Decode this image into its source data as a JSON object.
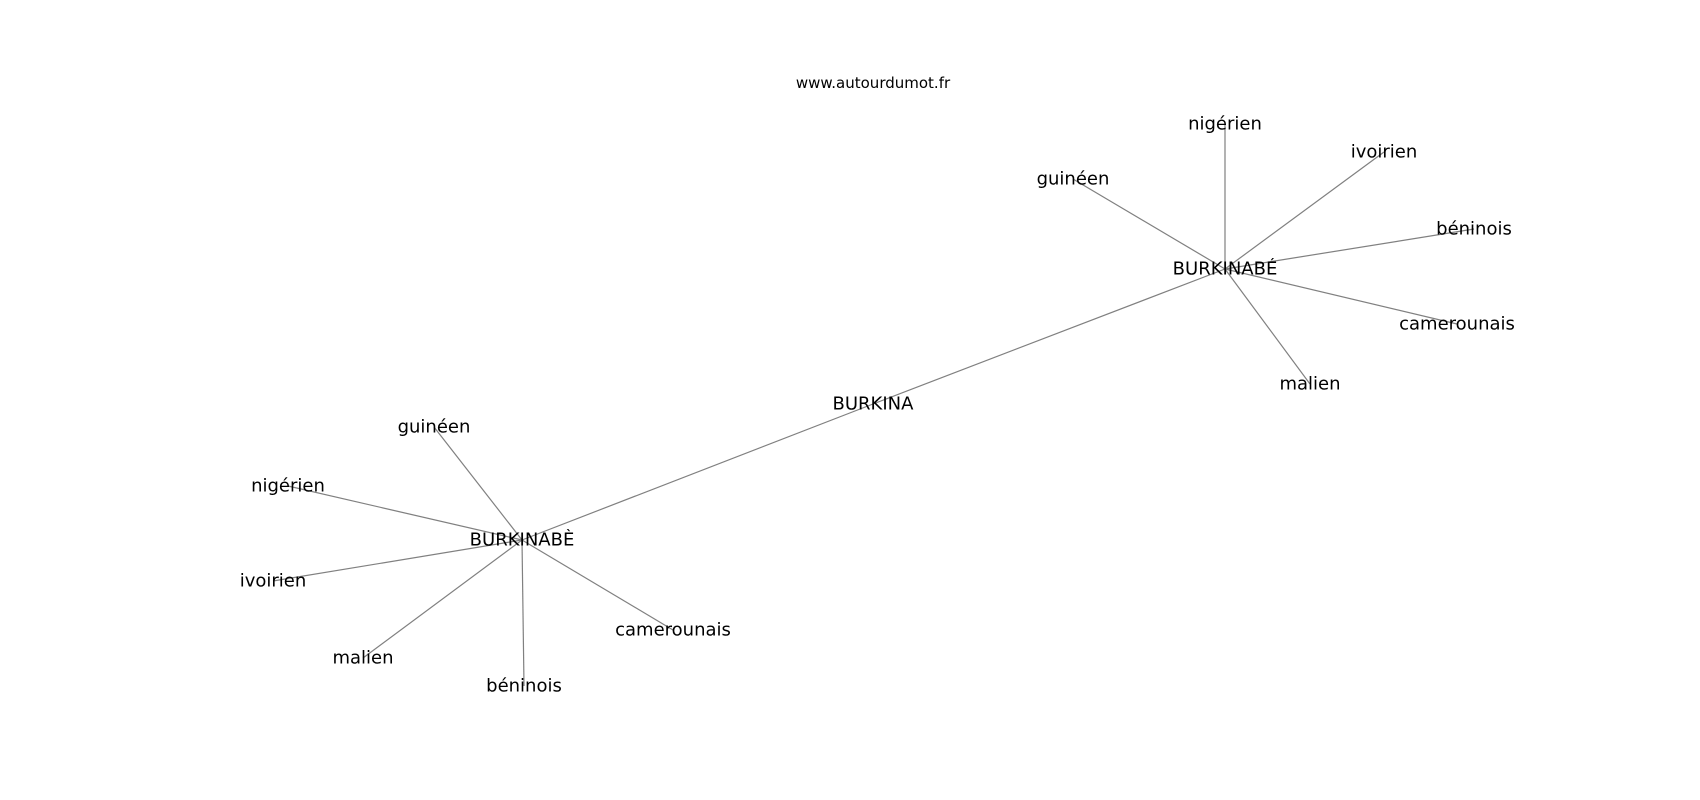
{
  "watermark": "www.autourdumot.fr",
  "colors": {
    "edge": "#808080",
    "text": "#000000",
    "background": "#ffffff"
  },
  "graph": {
    "nodes": [
      {
        "id": "burkina",
        "label": "BURKINA"
      },
      {
        "id": "burkinabe-acute",
        "label": "BURKINABÉ"
      },
      {
        "id": "burkinabe-grave",
        "label": "BURKINABÈ"
      },
      {
        "id": "nigerien-1",
        "label": "nigérien"
      },
      {
        "id": "ivoirien-1",
        "label": "ivoirien"
      },
      {
        "id": "guineen-1",
        "label": "guinéen"
      },
      {
        "id": "beninois-1",
        "label": "béninois"
      },
      {
        "id": "camerounais-1",
        "label": "camerounais"
      },
      {
        "id": "malien-1",
        "label": "malien"
      },
      {
        "id": "guineen-2",
        "label": "guinéen"
      },
      {
        "id": "nigerien-2",
        "label": "nigérien"
      },
      {
        "id": "ivoirien-2",
        "label": "ivoirien"
      },
      {
        "id": "malien-2",
        "label": "malien"
      },
      {
        "id": "beninois-2",
        "label": "béninois"
      },
      {
        "id": "camerounais-2",
        "label": "camerounais"
      }
    ],
    "edges": [
      {
        "from": "burkina",
        "to": "burkinabe-acute"
      },
      {
        "from": "burkina",
        "to": "burkinabe-grave"
      },
      {
        "from": "burkinabe-acute",
        "to": "nigerien-1"
      },
      {
        "from": "burkinabe-acute",
        "to": "ivoirien-1"
      },
      {
        "from": "burkinabe-acute",
        "to": "guineen-1"
      },
      {
        "from": "burkinabe-acute",
        "to": "beninois-1"
      },
      {
        "from": "burkinabe-acute",
        "to": "camerounais-1"
      },
      {
        "from": "burkinabe-acute",
        "to": "malien-1"
      },
      {
        "from": "burkinabe-grave",
        "to": "guineen-2"
      },
      {
        "from": "burkinabe-grave",
        "to": "nigerien-2"
      },
      {
        "from": "burkinabe-grave",
        "to": "ivoirien-2"
      },
      {
        "from": "burkinabe-grave",
        "to": "malien-2"
      },
      {
        "from": "burkinabe-grave",
        "to": "beninois-2"
      },
      {
        "from": "burkinabe-grave",
        "to": "camerounais-2"
      }
    ]
  }
}
